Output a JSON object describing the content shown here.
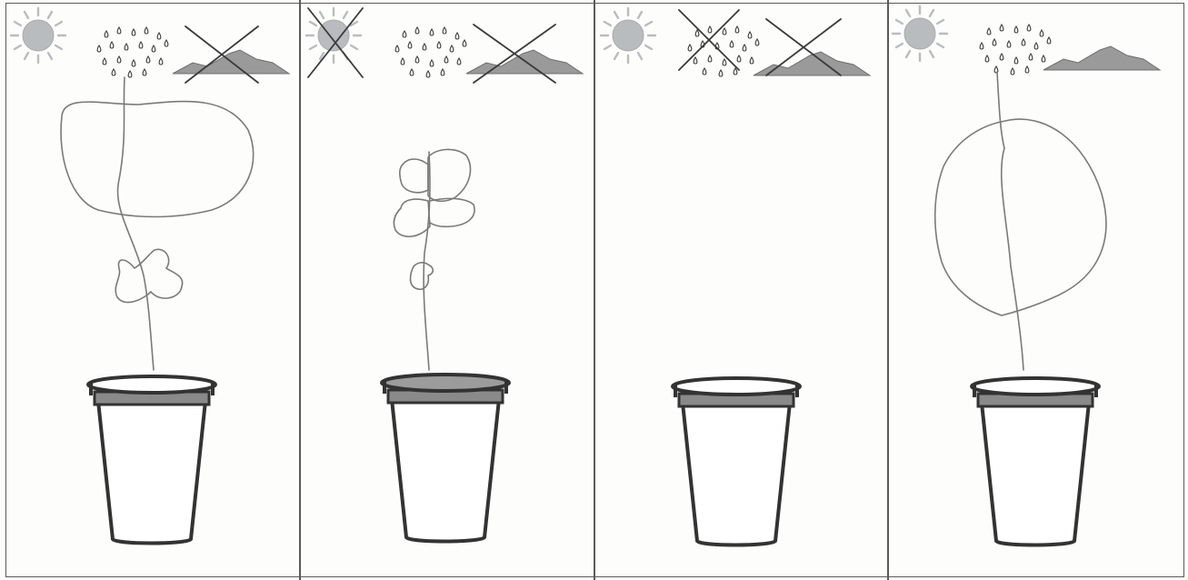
{
  "figure": {
    "palette": {
      "sun": "#b9bcbe",
      "ink": "#3a3a3a",
      "pencil": "#7a7a7a",
      "cup_band": "#8a8a8a",
      "mountain": "#9a9a9a",
      "paper": "#fdfdfc"
    },
    "icons": [
      "sun-icon",
      "rain-icon",
      "soil-icon",
      "cross-out-icon",
      "cup-icon"
    ],
    "panels": [
      {
        "conditions": {
          "sunlight": true,
          "water": true,
          "soil": false
        },
        "plant": "tall-stem-large-leaf-top-small-leaf-mid"
      },
      {
        "conditions": {
          "sunlight": false,
          "water": true,
          "soil": false
        },
        "plant": "stem-several-small-leaves"
      },
      {
        "conditions": {
          "sunlight": true,
          "water": false,
          "soil": false
        },
        "plant": "none"
      },
      {
        "conditions": {
          "sunlight": true,
          "water": true,
          "soil": true
        },
        "plant": "stem-one-large-leaf"
      }
    ]
  }
}
